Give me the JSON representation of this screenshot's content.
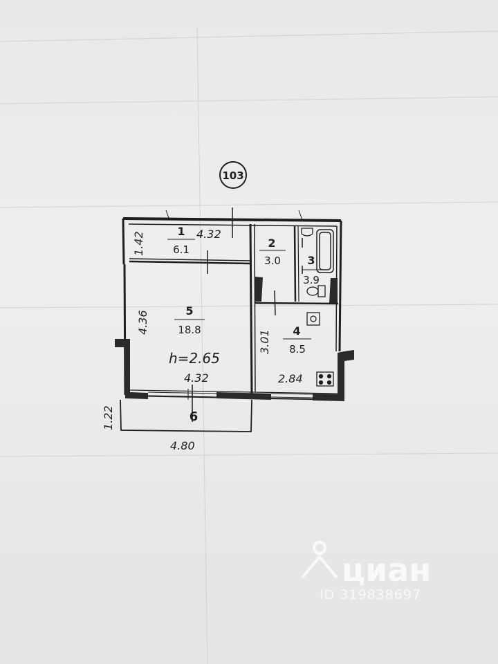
{
  "plan": {
    "apartment_number": "103",
    "rooms": [
      {
        "id": "room-1",
        "number": "1",
        "area": "6.1"
      },
      {
        "id": "room-2",
        "number": "2",
        "area": "3.0"
      },
      {
        "id": "room-3",
        "number": "3",
        "area": "3.9"
      },
      {
        "id": "room-4",
        "number": "4",
        "area": "8.5"
      },
      {
        "id": "room-5",
        "number": "5",
        "area": "18.8",
        "height": "h=2.65"
      },
      {
        "id": "room-6",
        "number": "6"
      }
    ],
    "dimensions": {
      "hall_length": "4.32",
      "hall_width": "1.42",
      "living_depth": "4.36",
      "living_width": "4.32",
      "kitchen_depth": "3.01",
      "kitchen_width": "2.84",
      "balcony_depth": "1.22",
      "balcony_length": "4.80"
    }
  },
  "watermark": {
    "brand": "циан",
    "listing_id": "ID 319838697"
  },
  "colors": {
    "wall": "#1b1b1b",
    "line": "#222222",
    "paper": "#eceeef",
    "watermark": "#ffffff"
  }
}
